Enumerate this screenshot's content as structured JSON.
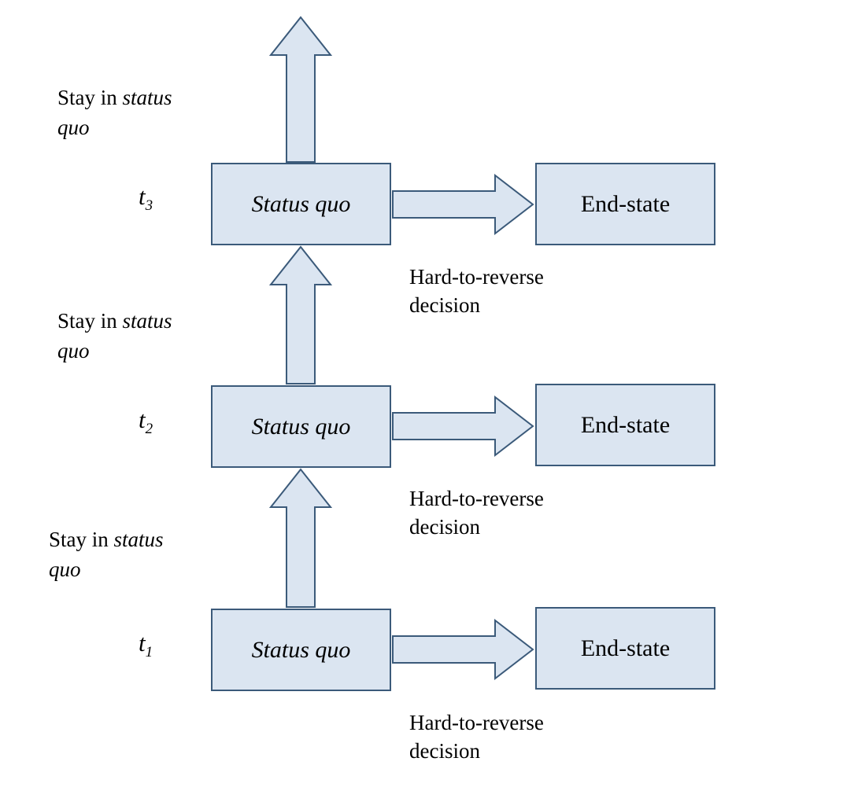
{
  "diagram": {
    "rows": [
      {
        "time_var": "t",
        "time_sub": "3",
        "status_box_label": "Status quo",
        "end_box_label": "End-state",
        "stay_prefix": "Stay in ",
        "stay_emph": "status quo",
        "decision_label": "Hard-to-reverse decision"
      },
      {
        "time_var": "t",
        "time_sub": "2",
        "status_box_label": "Status quo",
        "end_box_label": "End-state",
        "stay_prefix": "Stay in ",
        "stay_emph": "status quo",
        "decision_label": "Hard-to-reverse decision"
      },
      {
        "time_var": "t",
        "time_sub": "1",
        "status_box_label": "Status quo",
        "end_box_label": "End-state",
        "stay_prefix": "Stay in ",
        "stay_emph": "status quo",
        "decision_label": "Hard-to-reverse decision"
      }
    ],
    "colors": {
      "box_fill": "#dbe5f1",
      "box_stroke": "#3b5a7a"
    }
  }
}
